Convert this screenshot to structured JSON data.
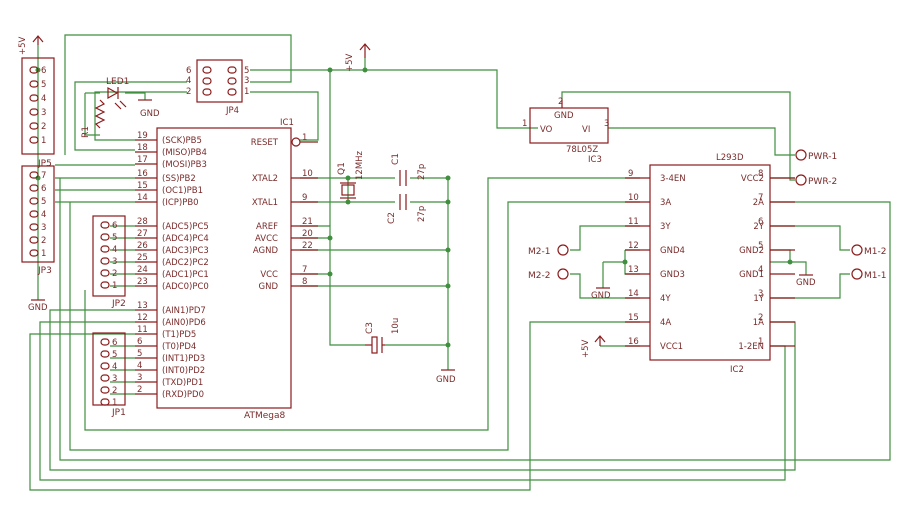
{
  "ic1": {
    "name": "IC1",
    "value": "ATMega8",
    "left_pins": [
      {
        "num": "19",
        "label": "(SCK)PB5"
      },
      {
        "num": "18",
        "label": "(MISO)PB4"
      },
      {
        "num": "17",
        "label": "(MOSI)PB3"
      },
      {
        "num": "16",
        "label": "(SS)PB2"
      },
      {
        "num": "15",
        "label": "(OC1)PB1"
      },
      {
        "num": "14",
        "label": "(ICP)PB0"
      },
      {
        "num": "28",
        "label": "(ADC5)PC5"
      },
      {
        "num": "27",
        "label": "(ADC4)PC4"
      },
      {
        "num": "26",
        "label": "(ADC3)PC3"
      },
      {
        "num": "25",
        "label": "(ADC2)PC2"
      },
      {
        "num": "24",
        "label": "(ADC1)PC1"
      },
      {
        "num": "23",
        "label": "(ADC0)PC0"
      },
      {
        "num": "13",
        "label": "(AIN1)PD7"
      },
      {
        "num": "12",
        "label": "(AIN0)PD6"
      },
      {
        "num": "11",
        "label": "(T1)PD5"
      },
      {
        "num": "6",
        "label": "(T0)PD4"
      },
      {
        "num": "5",
        "label": "(INT1)PD3"
      },
      {
        "num": "4",
        "label": "(INT0)PD2"
      },
      {
        "num": "3",
        "label": "(TXD)PD1"
      },
      {
        "num": "2",
        "label": "(RXD)PD0"
      }
    ],
    "right_pins": [
      {
        "num": "1",
        "label": "RESET"
      },
      {
        "num": "10",
        "label": "XTAL2"
      },
      {
        "num": "9",
        "label": "XTAL1"
      },
      {
        "num": "21",
        "label": "AREF"
      },
      {
        "num": "20",
        "label": "AVCC"
      },
      {
        "num": "22",
        "label": "AGND"
      },
      {
        "num": "7",
        "label": "VCC"
      },
      {
        "num": "8",
        "label": "GND"
      }
    ]
  },
  "ic2": {
    "name": "IC2",
    "value": "L293D",
    "left_pins": [
      {
        "num": "9",
        "label": "3-4EN"
      },
      {
        "num": "10",
        "label": "3A"
      },
      {
        "num": "11",
        "label": "3Y"
      },
      {
        "num": "12",
        "label": "GND4"
      },
      {
        "num": "13",
        "label": "GND3"
      },
      {
        "num": "14",
        "label": "4Y"
      },
      {
        "num": "15",
        "label": "4A"
      },
      {
        "num": "16",
        "label": "VCC1"
      }
    ],
    "right_pins": [
      {
        "num": "8",
        "label": "VCC2"
      },
      {
        "num": "7",
        "label": "2A"
      },
      {
        "num": "6",
        "label": "2Y"
      },
      {
        "num": "5",
        "label": "GND2"
      },
      {
        "num": "4",
        "label": "GND1"
      },
      {
        "num": "3",
        "label": "1Y"
      },
      {
        "num": "2",
        "label": "1A"
      },
      {
        "num": "1",
        "label": "1-2EN"
      }
    ]
  },
  "ic3": {
    "name": "IC3",
    "value": "78L05Z",
    "pin_labels": [
      "GND",
      "VO",
      "VI"
    ],
    "pin_numbers": [
      "2",
      "1",
      "3"
    ]
  },
  "jp4": {
    "name": "JP4",
    "pins_left": [
      "6",
      "4",
      "2"
    ],
    "pins_right": [
      "5",
      "3",
      "1"
    ]
  },
  "headers": {
    "jp5": {
      "name": "JP5",
      "pins": [
        "6",
        "5",
        "4",
        "3",
        "2",
        "1"
      ]
    },
    "jp3": {
      "name": "JP3",
      "pins": [
        "7",
        "6",
        "5",
        "4",
        "3",
        "2",
        "1"
      ]
    },
    "jp2": {
      "name": "JP2",
      "pins": [
        "6",
        "5",
        "4",
        "3",
        "2",
        "1"
      ]
    },
    "jp1": {
      "name": "JP1",
      "pins": [
        "6",
        "5",
        "4",
        "3",
        "2",
        "1"
      ]
    }
  },
  "parts": {
    "led1": "LED1",
    "r1": "R1",
    "q1": "Q1",
    "q1_value": "12MHz",
    "c1": "C1",
    "c1_value": "27p",
    "c2": "C2",
    "c2_value": "27p",
    "c3": "C3",
    "c3_value": "10u"
  },
  "power": {
    "vcc": "+5V",
    "gnd": "GND"
  },
  "connectors": [
    "PWR-1",
    "PWR-2",
    "M2-1",
    "M2-2",
    "M1-2",
    "M1-1"
  ]
}
